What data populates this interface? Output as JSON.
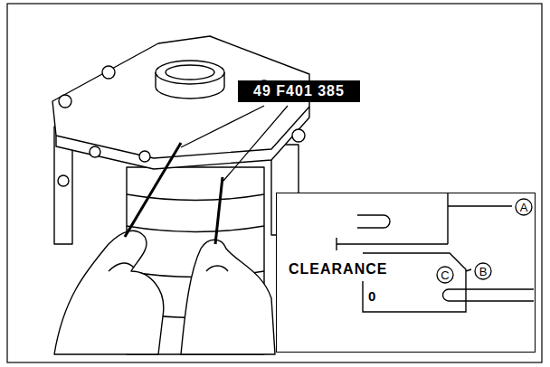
{
  "diagram": {
    "nodes": [
      {
        "text": [
          "49 F401 385"
        ]
      },
      {
        "text": [
          "CLEARANCE",
          "0"
        ]
      },
      {
        "text": [
          "A"
        ],
        "in": 1
      },
      {
        "text": [
          "C"
        ],
        "in": 1
      },
      {
        "text": [
          "B"
        ],
        "in": 1
      }
    ]
  }
}
